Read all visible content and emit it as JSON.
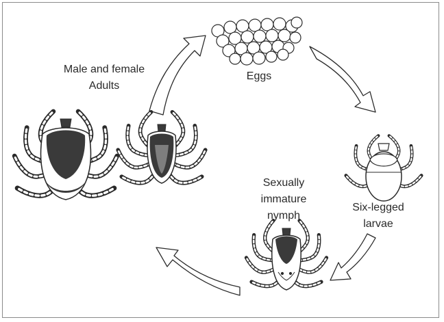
{
  "labels": {
    "eggs": "Eggs",
    "larvae_line1": "Six-legged",
    "larvae_line2": "larvae",
    "nymph_line1": "Sexually",
    "nymph_line2": "immature",
    "nymph_line3": "nymph",
    "adults_line1": "Male and female",
    "adults_line2": "Adults"
  },
  "colors": {
    "ink": "#2a2a2a",
    "frame": "#8a8a8a",
    "dark_body": "#3a3a3a",
    "paper": "#ffffff"
  }
}
